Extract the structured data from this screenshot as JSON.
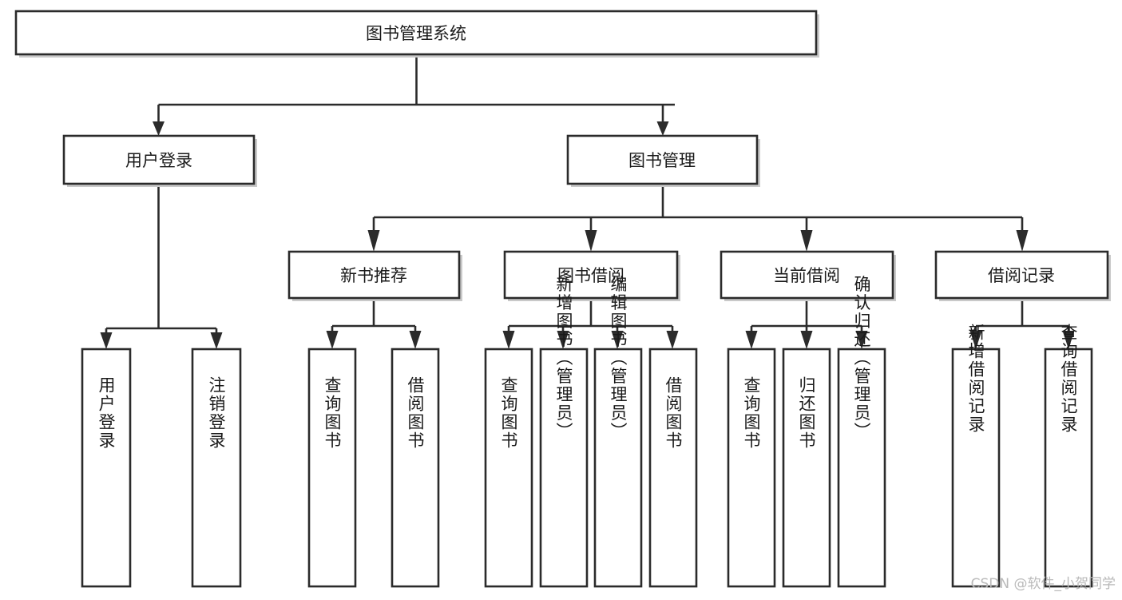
{
  "diagram": {
    "title_node": {
      "label": "图书管理系统"
    },
    "level2": [
      {
        "id": "user-login",
        "label": "用户登录"
      },
      {
        "id": "book-management",
        "label": "图书管理"
      }
    ],
    "level3": [
      {
        "id": "new-book-recommend",
        "label": "新书推荐"
      },
      {
        "id": "book-borrow",
        "label": "图书借阅"
      },
      {
        "id": "current-borrow",
        "label": "当前借阅"
      },
      {
        "id": "borrow-record",
        "label": "借阅记录"
      }
    ],
    "leaves": {
      "user_login": [
        {
          "id": "leaf-user-login",
          "label": "用户登录"
        },
        {
          "id": "leaf-logout-login",
          "label": "注销登录"
        }
      ],
      "new_book_recommend": [
        {
          "id": "leaf-query-book-1",
          "label": "查询图书"
        },
        {
          "id": "leaf-borrow-book-1",
          "label": "借阅图书"
        }
      ],
      "book_borrow": [
        {
          "id": "leaf-query-book-2",
          "label": "查询图书"
        },
        {
          "id": "leaf-add-book",
          "label": "新增图书（管理员）"
        },
        {
          "id": "leaf-edit-book",
          "label": "编辑图书（管理员）"
        },
        {
          "id": "leaf-borrow-book-2",
          "label": "借阅图书"
        }
      ],
      "current_borrow": [
        {
          "id": "leaf-query-book-3",
          "label": "查询图书"
        },
        {
          "id": "leaf-return-book",
          "label": "归还图书"
        },
        {
          "id": "leaf-confirm-return",
          "label": "确认归还（管理员）"
        }
      ],
      "borrow_record": [
        {
          "id": "leaf-add-record",
          "label": "新增借阅记录"
        },
        {
          "id": "leaf-query-record",
          "label": "查询借阅记录"
        }
      ]
    }
  },
  "watermark": {
    "text": "CSDN @软件_小贺同学"
  },
  "colors": {
    "stroke": "#2b2b2b",
    "fill": "#ffffff",
    "shadow": "#c9c9c9",
    "text": "#1a1a1a",
    "watermark": "#b9b9b9"
  }
}
